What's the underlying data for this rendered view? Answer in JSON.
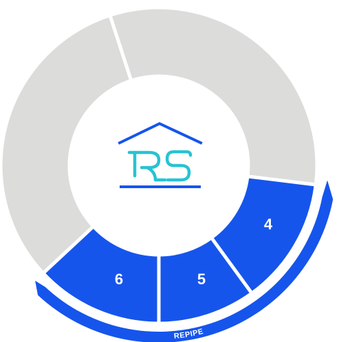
{
  "diagram": {
    "segments": [
      {
        "label": "",
        "color": "#dcdcdb",
        "highlighted": false
      },
      {
        "label": "",
        "color": "#dcdcdb",
        "highlighted": false
      },
      {
        "label": "4",
        "color": "#1655ec",
        "highlighted": true
      },
      {
        "label": "5",
        "color": "#1655ec",
        "highlighted": true
      },
      {
        "label": "6",
        "color": "#1655ec",
        "highlighted": true
      }
    ],
    "band_label": "REPIPE",
    "band_color": "#1655ec",
    "logo": {
      "roof_color": "#1655ec",
      "letters_color": "#27c3d3",
      "name": "house-rs-logo"
    }
  }
}
